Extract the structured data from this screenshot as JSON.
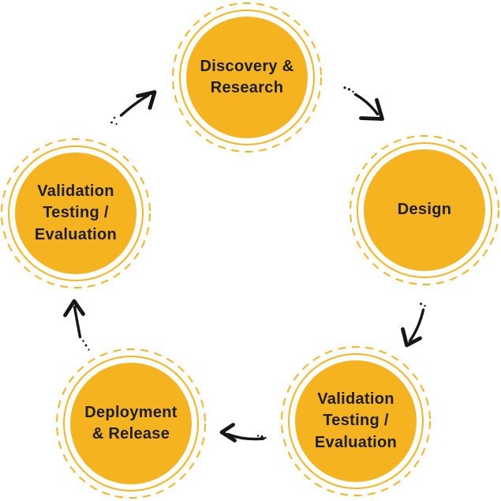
{
  "diagram": {
    "type": "cycle",
    "steps": [
      {
        "id": "discovery-research",
        "label": "Discovery & Research",
        "lines": [
          "Discovery &",
          "Research"
        ]
      },
      {
        "id": "design",
        "label": "Design",
        "lines": [
          "Design"
        ]
      },
      {
        "id": "validation-testing-a",
        "label": "Validation Testing / Evaluation",
        "lines": [
          "Validation",
          "Testing /",
          "Evaluation"
        ]
      },
      {
        "id": "deployment-release",
        "label": "Deployment & Release",
        "lines": [
          "Deployment",
          "& Release"
        ]
      },
      {
        "id": "validation-testing-b",
        "label": "Validation Testing / Evaluation",
        "lines": [
          "Validation",
          "Testing /",
          "Evaluation"
        ]
      }
    ],
    "flow": [
      {
        "from": "Discovery & Research",
        "to": "Design"
      },
      {
        "from": "Design",
        "to": "Validation Testing / Evaluation"
      },
      {
        "from": "Validation Testing / Evaluation",
        "to": "Deployment & Release"
      },
      {
        "from": "Deployment & Release",
        "to": "Validation Testing / Evaluation"
      },
      {
        "from": "Validation Testing / Evaluation",
        "to": "Discovery & Research"
      }
    ],
    "colors": {
      "circle_fill": "#F5B41F",
      "ring_stroke": "#F5B41F",
      "dash_stroke": "#F5B41F",
      "label_text": "#1D1D1B",
      "arrow_ink": "#161616",
      "background": "#FFFFFF"
    }
  }
}
